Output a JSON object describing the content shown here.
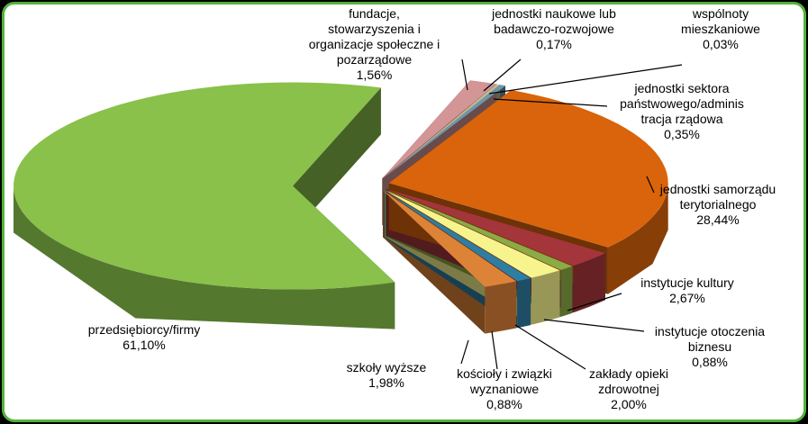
{
  "chart_data": {
    "type": "pie",
    "style": "3d-exploded",
    "title": "",
    "slices": [
      {
        "label": "jednostki samorządu terytorialnego",
        "value": 28.44,
        "value_text": "28,44%",
        "color": "#d9640b"
      },
      {
        "label": "instytucje kultury",
        "value": 2.67,
        "value_text": "2,67%",
        "color": "#a4353b"
      },
      {
        "label": "instytucje otoczenia biznesu",
        "value": 0.88,
        "value_text": "0,88%",
        "color": "#8caa45"
      },
      {
        "label": "zakłady opieki zdrowotnej",
        "value": 2.0,
        "value_text": "2,00%",
        "color": "#f7f48e"
      },
      {
        "label": "kościoły i związki wyznaniowe",
        "value": 0.88,
        "value_text": "0,88%",
        "color": "#2e7ea3"
      },
      {
        "label": "szkoły wyższe",
        "value": 1.98,
        "value_text": "1,98%",
        "color": "#dd8338"
      },
      {
        "label": "przedsiębiorcy/firmy",
        "value": 61.1,
        "value_text": "61,10%",
        "color": "#89c14b"
      },
      {
        "label": "fundacje, stowarzyszenia i organizacje społeczne i pozarządowe",
        "value": 1.56,
        "value_text": "1,56%",
        "color": "#d39596"
      },
      {
        "label": "jednostki naukowe lub badawczo-rozwojowe",
        "value": 0.17,
        "value_text": "0,17%",
        "color": "#c9b98a"
      },
      {
        "label": "wspólnoty mieszkaniowe",
        "value": 0.03,
        "value_text": "0,03%",
        "color": "#e6e6e6"
      },
      {
        "label": "jednostki sektora państwowego/adminis tracja rządowa",
        "value": 0.35,
        "value_text": "0,35%",
        "color": "#6c98a8"
      }
    ]
  },
  "labels": {
    "samorzad": "jednostki samorządu\nterytorialnego\n28,44%",
    "kultura": "instytucje kultury\n2,67%",
    "otoczenie": "instytucje otoczenia\nbiznesu\n0,88%",
    "zdrowie": "zakłady opieki\nzdrowotnej\n2,00%",
    "koscioly": "kościoły i związki\nwyznaniowe\n0,88%",
    "szkoly": "szkoły wyższe\n1,98%",
    "firmy": "przedsiębiorcy/firmy\n61,10%",
    "fundacje": "fundacje,\nstowarzyszenia i\norganizacje społeczne i\npozarządowe\n1,56%",
    "naukowe": "jednostki naukowe lub\nbadawczo-rozwojowe\n0,17%",
    "wspolnoty": "wspólnoty\nmieszkaniowe\n0,03%",
    "sektor": "jednostki sektora\npaństwowego/adminis\ntracja rządowa\n0,35%"
  }
}
